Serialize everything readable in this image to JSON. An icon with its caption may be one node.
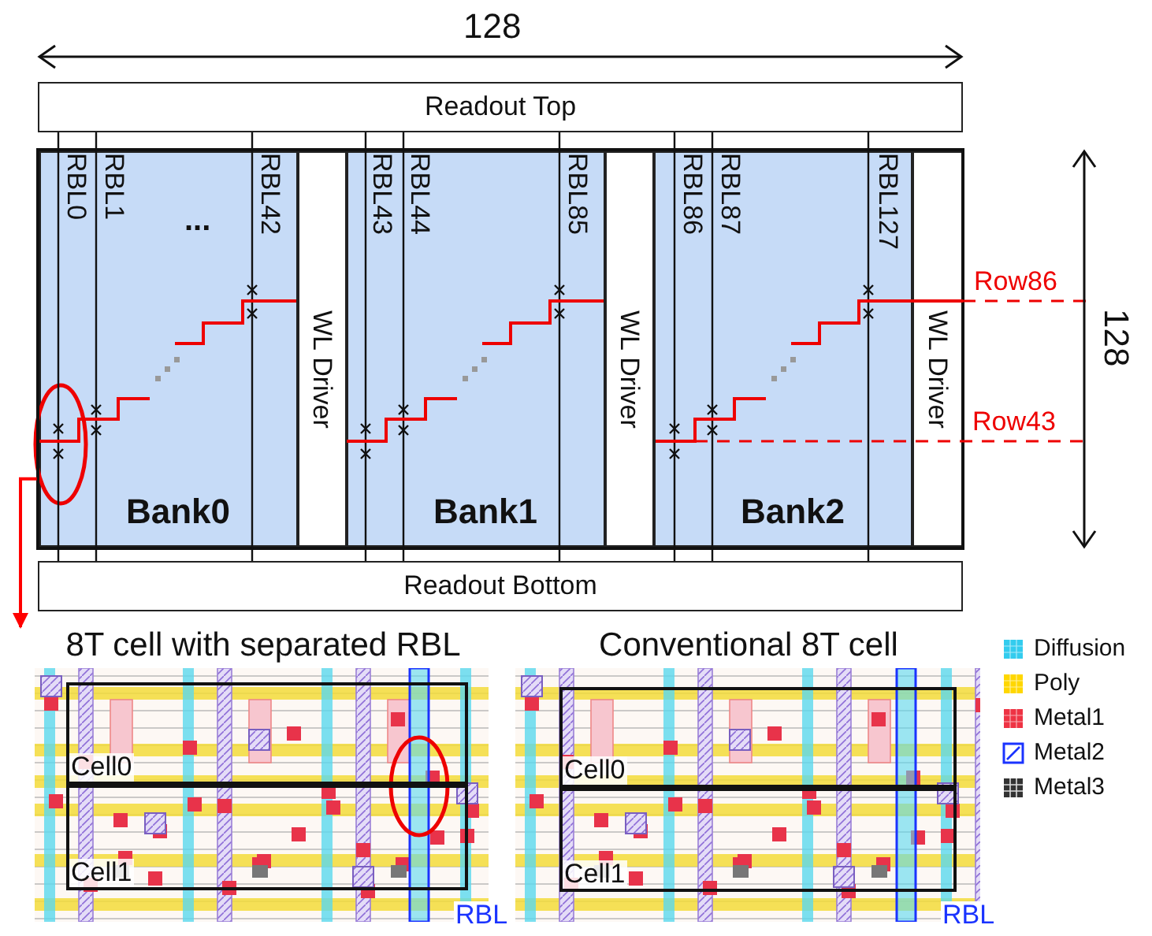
{
  "diagram": {
    "nodes": [
      {
        "text": [
          "Readout Top"
        ]
      },
      {
        "text": [
          "Bank0"
        ]
      },
      {
        "text": [
          "WL Driver"
        ]
      },
      {
        "text": [
          "Bank1"
        ]
      },
      {
        "text": [
          "WL Driver"
        ]
      },
      {
        "text": [
          "Bank2"
        ]
      },
      {
        "text": [
          "WL Driver"
        ]
      },
      {
        "text": [
          "Readout Bottom"
        ]
      },
      {
        "text": [],
        "shape": "ellipse",
        "in": 1
      },
      {
        "text": [
          "8T cell with separated RBL"
        ]
      },
      {
        "text": [
          "Cell0"
        ],
        "in": 9
      },
      {
        "text": [
          "Cell1"
        ],
        "in": 9
      },
      {
        "text": [
          "Conventional 8T cell"
        ]
      },
      {
        "text": [
          "Cell0"
        ],
        "in": 12
      },
      {
        "text": [
          "Cell1"
        ],
        "in": 12
      }
    ],
    "edges": [
      {
        "from": 8,
        "to": 9,
        "arrow": "to",
        "color": "#ff0000"
      }
    ],
    "labels": [
      "128",
      "RBL0",
      "RBL1",
      "...",
      "RBL42",
      "RBL43",
      "RBL44",
      "RBL85",
      "RBL86",
      "RBL87",
      "RBL127",
      "Row86",
      "128",
      "Row43",
      "RBL",
      "RBL"
    ],
    "legend": [
      {
        "text": "Diffusion",
        "color": "#33ccee"
      },
      {
        "text": "Poly",
        "color": "#ffd700"
      },
      {
        "text": "Metal1",
        "color": "#ee3344"
      },
      {
        "text": "Metal2"
      },
      {
        "text": "Metal3"
      }
    ]
  }
}
